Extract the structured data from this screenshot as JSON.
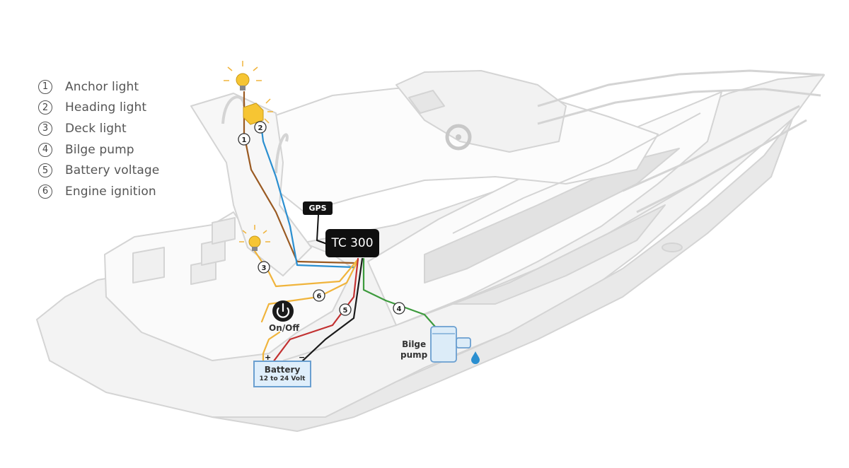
{
  "legend": [
    {
      "num": "1",
      "label": "Anchor light"
    },
    {
      "num": "2",
      "label": "Heading light"
    },
    {
      "num": "3",
      "label": "Deck light"
    },
    {
      "num": "4",
      "label": "Bilge pump"
    },
    {
      "num": "5",
      "label": "Battery voltage"
    },
    {
      "num": "6",
      "label": "Engine ignition"
    }
  ],
  "components": {
    "gps": "GPS",
    "controller": "TC 300",
    "switch": "On/Off",
    "bilge_pump_line1": "Bilge",
    "bilge_pump_line2": "pump",
    "battery_line1": "Battery",
    "battery_line2": "12 to 24 Volt",
    "plus": "+",
    "minus": "−"
  },
  "wire_markers": {
    "m1": "1",
    "m2": "2",
    "m3": "3",
    "m4": "4",
    "m5": "5",
    "m6": "6"
  },
  "colors": {
    "wire_1": "#9a5a22",
    "wire_2": "#2b8fd0",
    "wire_3": "#f0b43c",
    "wire_4": "#3d9a3d",
    "wire_5_red": "#c23030",
    "wire_5_black": "#1a1a1a",
    "wire_6": "#f0b43c",
    "lamp": "#f6c533",
    "battery_fill": "#dfeefb",
    "pump_fill": "#dcecf8"
  }
}
